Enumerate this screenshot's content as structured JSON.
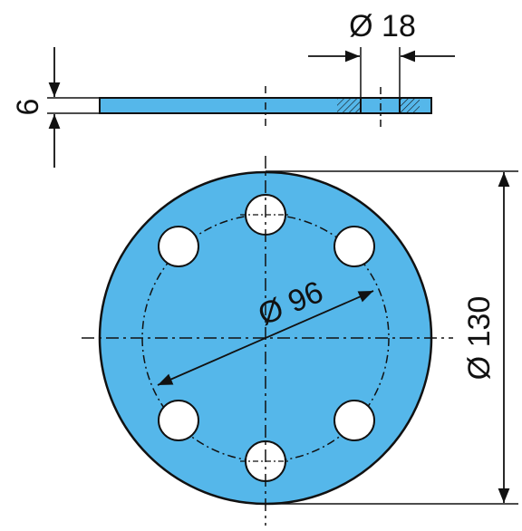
{
  "colors": {
    "part_fill": "#55b7ea",
    "line": "#111111",
    "background": "#ffffff"
  },
  "dimensions": {
    "thickness_label": "6",
    "hole_diameter_label": "Ø 18",
    "bolt_circle_label": "Ø 96",
    "outer_diameter_label": "Ø 130"
  }
}
